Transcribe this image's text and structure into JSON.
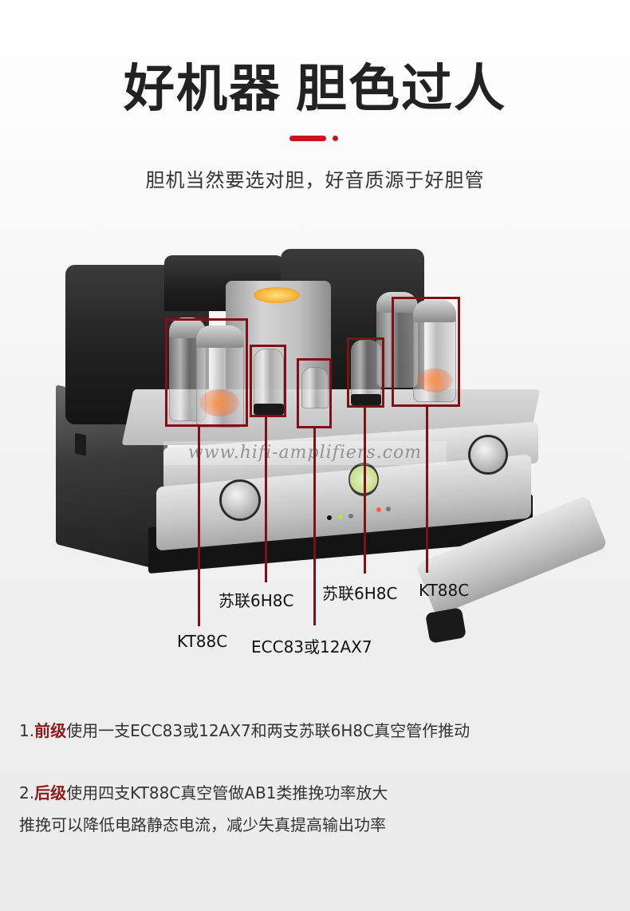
{
  "header": {
    "headline_part1": "好机器",
    "headline_part2": "胆色过人",
    "subtitle": "胆机当然要选对胆，好音质源于好胆管"
  },
  "accent": {
    "red": "#c8141c",
    "marker_dark_red": "#7d1216",
    "highlight_text": "#8b1a1a"
  },
  "product_image": {
    "description": "vacuum tube integrated amplifier with remote control",
    "watermark": "www.hifi-amplifiers.com"
  },
  "tube_labels": [
    {
      "id": "kt88c-left",
      "text": "KT88C"
    },
    {
      "id": "6h8c-left",
      "text": "苏联6H8C"
    },
    {
      "id": "ecc83",
      "text": "ECC83或12AX7"
    },
    {
      "id": "6h8c-right",
      "text": "苏联6H8C"
    },
    {
      "id": "kt88c-right",
      "text": "KT88C"
    }
  ],
  "descriptions": [
    {
      "number": "1.",
      "highlight": "前级",
      "text": "使用一支ECC83或12AX7和两支苏联6H8C真空管作推动"
    },
    {
      "number": "2.",
      "highlight": "后级",
      "text": "使用四支KT88C真空管做AB1类推挽功率放大",
      "continuation": "推挽可以降低电路静态电流，减少失真提高输出功率"
    }
  ]
}
